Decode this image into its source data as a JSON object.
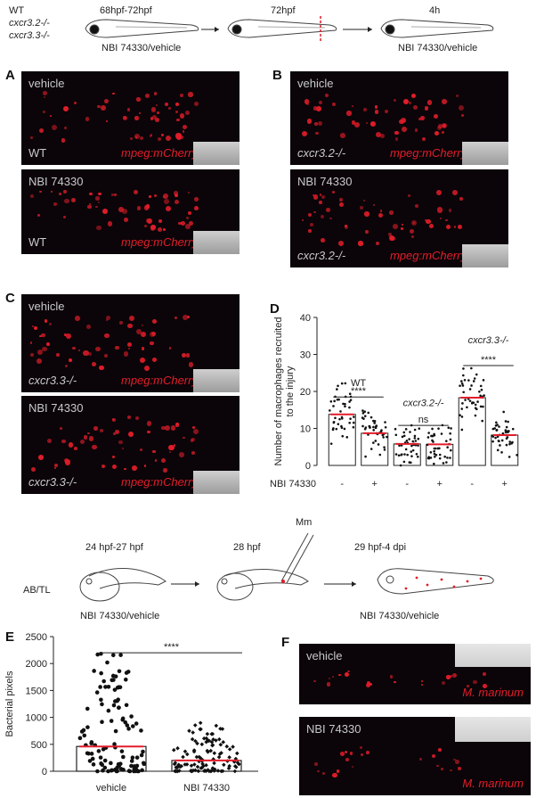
{
  "scheme1": {
    "genotypes": [
      "WT",
      "cxcr3.2-/-",
      "cxcr3.3-/-"
    ],
    "stage1": "68hpf-72hpf",
    "stage2": "72hpf",
    "stage3": "4h",
    "treatment1": "NBI 74330/vehicle",
    "treatment2": "NBI 74330/vehicle"
  },
  "panelA": {
    "letter": "A",
    "top": {
      "condition": "vehicle",
      "genotype": "WT",
      "reporter": "mpeg:mCherry"
    },
    "bottom": {
      "condition": "NBI 74330",
      "genotype": "WT",
      "reporter": "mpeg:mCherry"
    }
  },
  "panelB": {
    "letter": "B",
    "top": {
      "condition": "vehicle",
      "genotype": "cxcr3.2-/-",
      "reporter": "mpeg:mCherry"
    },
    "bottom": {
      "condition": "NBI 74330",
      "genotype": "cxcr3.2-/-",
      "reporter": "mpeg:mCherry"
    }
  },
  "panelC": {
    "letter": "C",
    "top": {
      "condition": "vehicle",
      "genotype": "cxcr3.3-/-",
      "reporter": "mpeg:mCherry"
    },
    "bottom": {
      "condition": "NBI 74330",
      "genotype": "cxcr3.3-/-",
      "reporter": "mpeg:mCherry"
    }
  },
  "panelD": {
    "letter": "D",
    "chart_data": {
      "type": "bar",
      "ylabel": "Number of macrophages recruited to the injury",
      "ylim": [
        0,
        40
      ],
      "yticks": [
        0,
        10,
        20,
        30,
        40
      ],
      "treatment_label": "NBI 74330",
      "categories": [
        "-",
        "+",
        "-",
        "+",
        "-",
        "+"
      ],
      "values": [
        13.8,
        8.7,
        5.8,
        5.7,
        18.3,
        8.2
      ],
      "group_labels": [
        "WT",
        "cxcr3.2-/-",
        "cxcr3.3-/-"
      ],
      "comparisons": [
        {
          "groups": [
            0,
            1
          ],
          "label": "****"
        },
        {
          "groups": [
            2,
            3
          ],
          "label": "ns"
        },
        {
          "groups": [
            4,
            5
          ],
          "label": "****"
        }
      ],
      "grid": false
    }
  },
  "scheme2": {
    "strain": "AB/TL",
    "stage1": "24 hpf-27 hpf",
    "stage2": "28 hpf",
    "stage3": "29 hpf-4 dpi",
    "injection": "Mm",
    "treatment1": "NBI 74330/vehicle",
    "treatment2": "NBI 74330/vehicle"
  },
  "panelE": {
    "letter": "E",
    "chart_data": {
      "type": "bar",
      "ylabel": "Bacterial pixels",
      "ylim": [
        0,
        2500
      ],
      "yticks": [
        0,
        500,
        1000,
        1500,
        2000,
        2500
      ],
      "categories": [
        "vehicle",
        "NBI 74330"
      ],
      "values": [
        460,
        200
      ],
      "comparison": {
        "groups": [
          0,
          1
        ],
        "label": "****"
      },
      "grid": false
    }
  },
  "panelF": {
    "letter": "F",
    "top": {
      "condition": "vehicle",
      "reporter": "M. marinum"
    },
    "bottom": {
      "condition": "NBI 74330",
      "reporter": "M. marinum"
    }
  },
  "colors": {
    "reporter": "#e21d2a",
    "mean": "#e21d2a",
    "background": "#0b0509",
    "dots": "#111111"
  }
}
